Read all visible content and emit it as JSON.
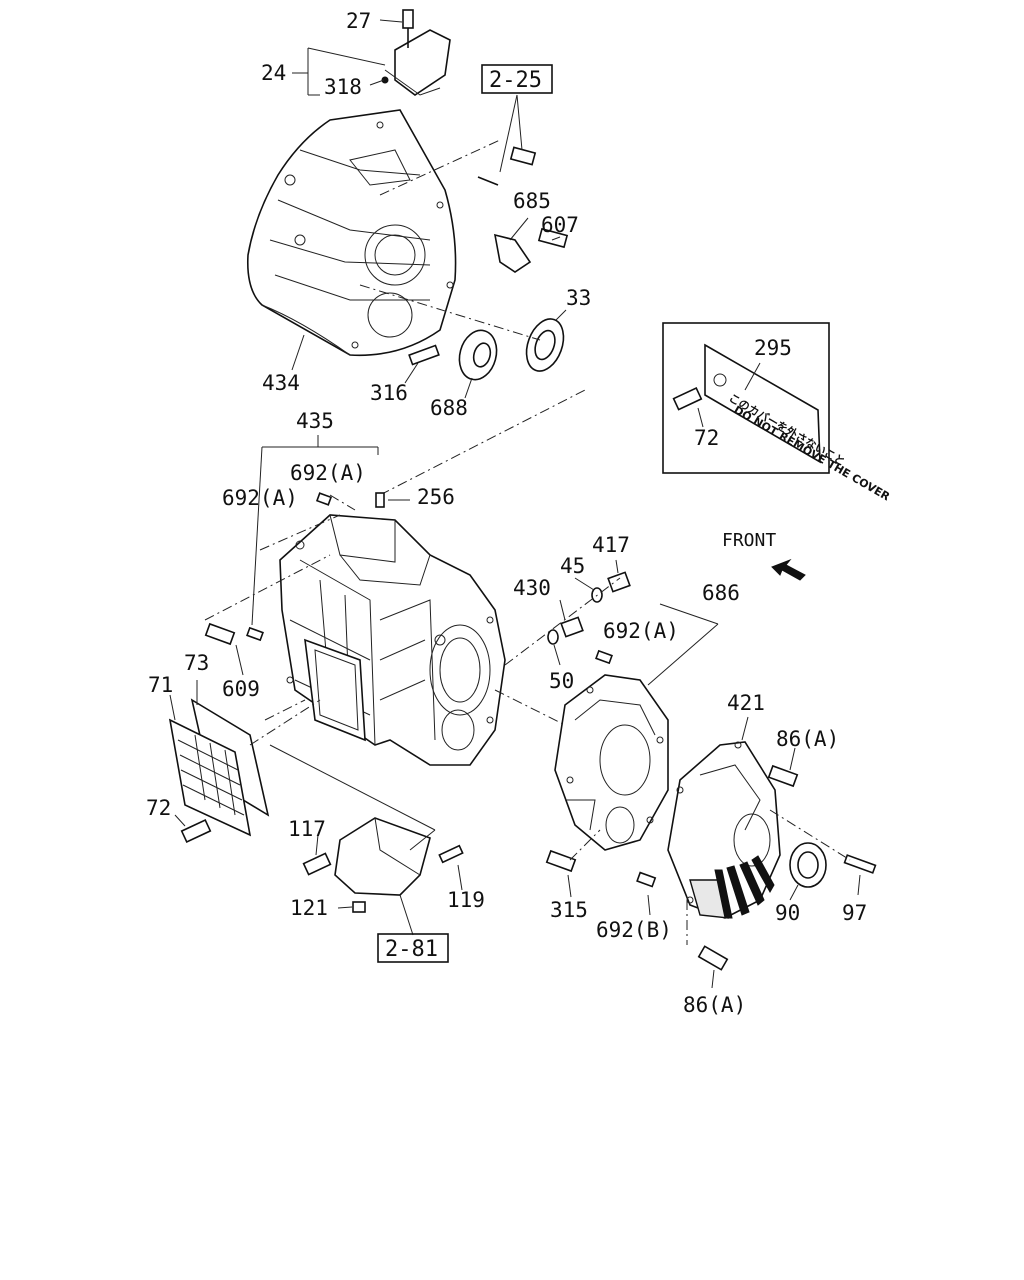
{
  "callouts": {
    "c27": "27",
    "c24": "24",
    "c318": "318",
    "c685": "685",
    "c607": "607",
    "c33": "33",
    "c434": "434",
    "c316": "316",
    "c688": "688",
    "c295": "295",
    "c72a": "72",
    "c435": "435",
    "c692a1": "692(A)",
    "c692a2": "692(A)",
    "c256": "256",
    "c417": "417",
    "c45": "45",
    "c430": "430",
    "c50": "50",
    "c686": "686",
    "c692a3": "692(A)",
    "c73": "73",
    "c71": "71",
    "c609": "609",
    "c421": "421",
    "c86a1": "86(A)",
    "c72b": "72",
    "c117": "117",
    "c121": "121",
    "c119": "119",
    "c315": "315",
    "c692b": "692(B)",
    "c90": "90",
    "c97": "97",
    "c86a2": "86(A)"
  },
  "references": {
    "ref_2_25": "2-25",
    "ref_2_81": "2-81"
  },
  "direction": {
    "front": "FRONT"
  },
  "plate": {
    "jp_text": "このカバーを外さないこと",
    "en_text": "DO NOT REMOVE THE COVER"
  }
}
